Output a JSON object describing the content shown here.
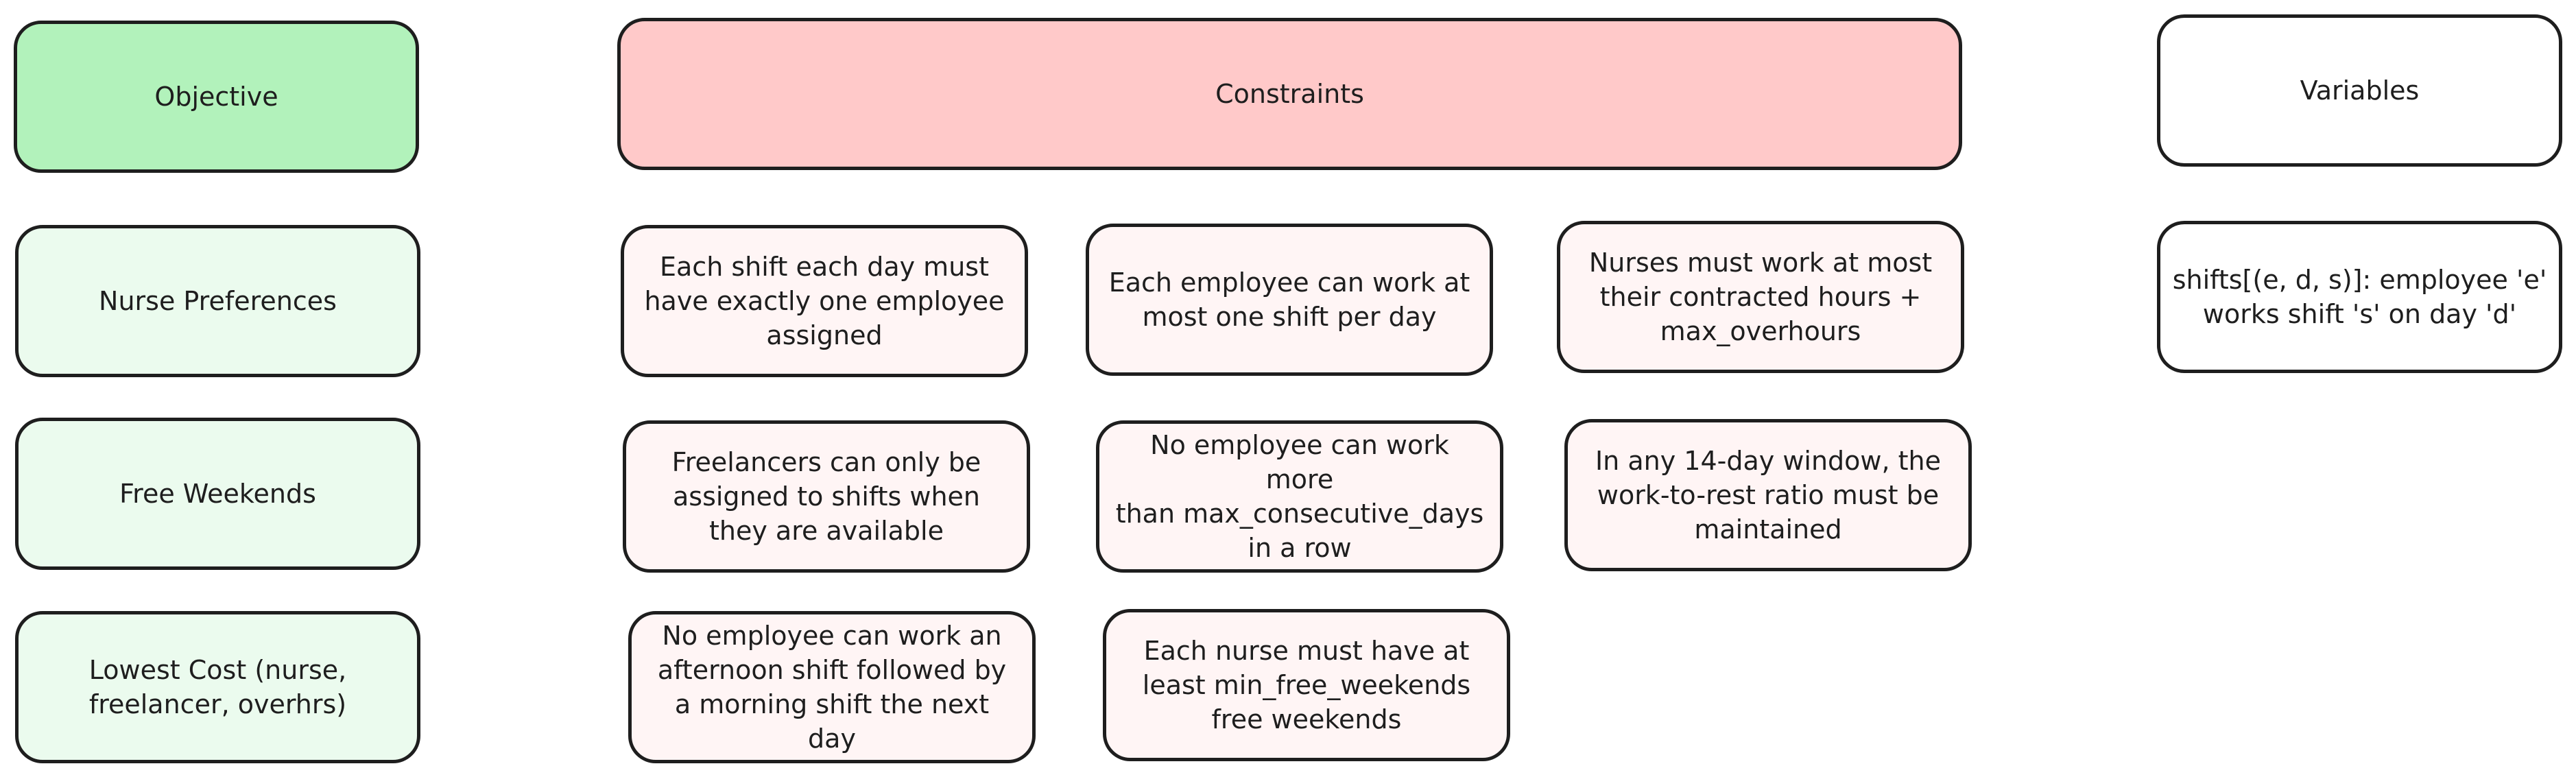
{
  "headers": {
    "objective": "Objective",
    "constraints": "Constraints",
    "variables": "Variables"
  },
  "objectives": [
    "Nurse Preferences",
    "Free Weekends",
    "Lowest Cost (nurse,\nfreelancer, overhrs)"
  ],
  "constraints": [
    "Each shift each day must\nhave exactly one employee\nassigned",
    "Each employee can work at\nmost one shift per day",
    "Nurses must work at most\ntheir contracted hours +\nmax_overhours",
    "Freelancers can only be\nassigned to shifts when\nthey are available",
    "No employee can work more\nthan max_consecutive_days\nin a row",
    "In any 14-day window, the\nwork-to-rest ratio must be\nmaintained",
    "No employee can work an\nafternoon shift followed by\na morning shift the next day",
    "Each nurse must have at\nleast min_free_weekends\nfree weekends"
  ],
  "variables": [
    "shifts[(e, d, s)]: employee 'e'\nworks shift 's' on day 'd'"
  ],
  "colors": {
    "objective_header": "#b2f2bb",
    "objective_item": "#ebfbee",
    "constraints_header": "#ffc9c9",
    "constraint_item": "#fff5f5",
    "stroke": "#1e1e1e"
  }
}
